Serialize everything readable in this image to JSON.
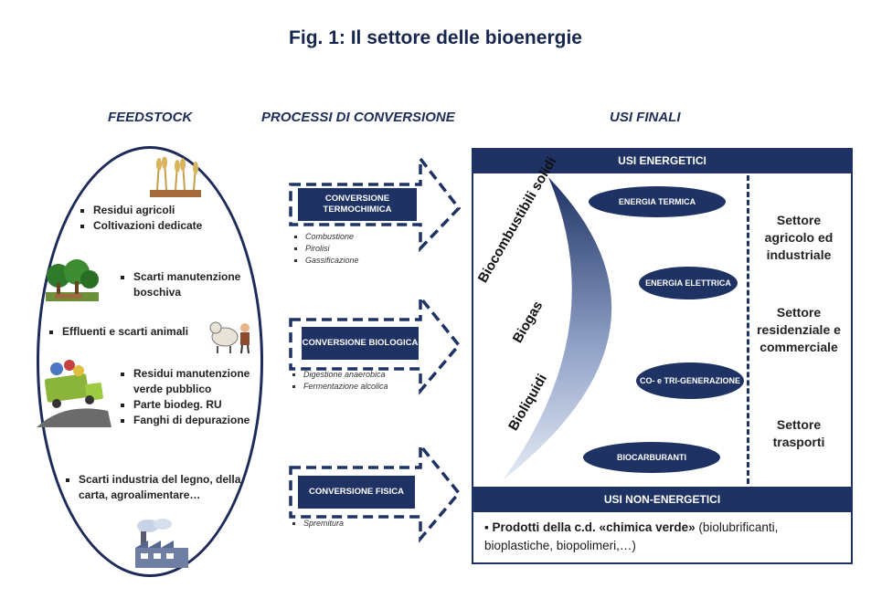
{
  "title": "Fig. 1: Il settore delle bioenergie",
  "columns": {
    "feedstock": "FEEDSTOCK",
    "processi": "PROCESSI DI CONVERSIONE",
    "usi": "USI FINALI"
  },
  "feedstock": {
    "g1": [
      "Residui agricoli",
      "Coltivazioni dedicate"
    ],
    "g2": [
      "Scarti manutenzione boschiva"
    ],
    "g3": [
      "Effluenti e scarti animali"
    ],
    "g4": [
      "Residui manutenzione verde pubblico",
      "Parte biodeg. RU",
      "Fanghi di depurazione"
    ],
    "g5": [
      "Scarti industria  del legno, della carta, agroalimentare…"
    ]
  },
  "processi": {
    "termo": {
      "label": "CONVERSIONE TERMOCHIMICA",
      "items": [
        "Combustione",
        "Pirolisi",
        "Gassificazione"
      ]
    },
    "bio": {
      "label": "CONVERSIONE BIOLOGICA",
      "items": [
        "Digestione anaerobica",
        "Fermentazione alcolica"
      ]
    },
    "fisica": {
      "label": "CONVERSIONE FISICA",
      "items": [
        "Spremitura"
      ]
    }
  },
  "usi_energetici": {
    "header": "USI ENERGETICI",
    "biofuels": [
      "Biocombustibili solidi",
      "Biogas",
      "Bioliquidi"
    ],
    "ovals": [
      "ENERGIA TERMICA",
      "ENERGIA ELETTRICA",
      "CO- e TRI-GENERAZIONE",
      "BIOCARBURANTI"
    ],
    "settori": [
      "Settore agricolo ed industriale",
      "Settore residenziale e commerciale",
      "Settore trasporti"
    ]
  },
  "usi_non_energetici": {
    "header": "USI NON-ENERGETICI",
    "bold": "Prodotti della c.d. «chimica verde»",
    "rest": " (biolubrificanti, bioplastiche, biopolimeri,…)"
  },
  "colors": {
    "navy": "#1e3264",
    "accent": "#1c2b5a"
  }
}
